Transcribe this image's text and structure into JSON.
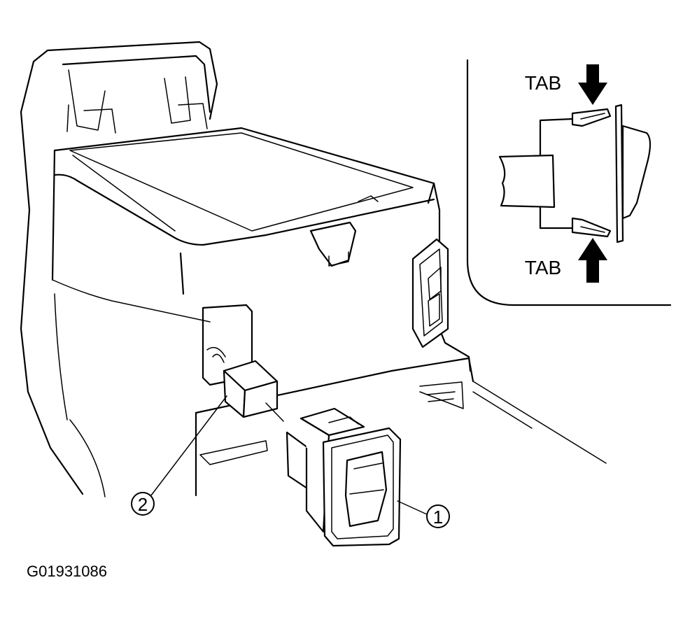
{
  "figure_id": "G01931086",
  "inset": {
    "tab_top_label": "TAB",
    "tab_bottom_label": "TAB"
  },
  "callouts": [
    {
      "number": "1"
    },
    {
      "number": "2"
    }
  ]
}
